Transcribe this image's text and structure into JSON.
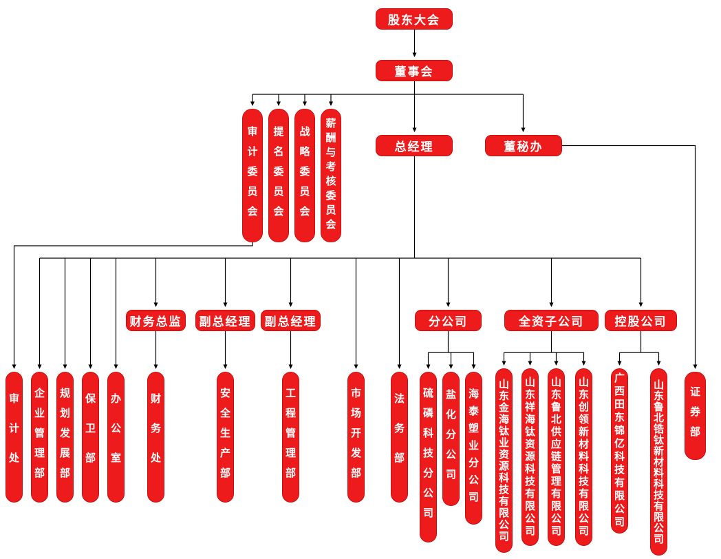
{
  "diagram_type": "org-chart",
  "colors": {
    "node_bg": "#ed1b1c",
    "node_border": "#c81010",
    "node_text": "#ffffff",
    "connector": "#000000",
    "background": "#ffffff"
  },
  "nodes": {
    "shareholders_meeting": "股东大会",
    "board_of_directors": "董事会",
    "audit_committee": "审计委员会",
    "nomination_committee": "提名委员会",
    "strategy_committee": "战略委员会",
    "remuneration_appraisal_committee": "薪酬与考核委员会",
    "general_manager": "总经理",
    "board_secretary_office": "董秘办",
    "finance_director": "财务总监",
    "deputy_general_manager_1": "副总经理",
    "deputy_general_manager_2": "副总经理",
    "branch_company_group": "分公司",
    "wholly_owned_subsidiary_group": "全资子公司",
    "holding_company_group": "控股公司",
    "audit_office": "审计处",
    "enterprise_management_dept": "企业管理部",
    "planning_development_dept": "规划发展部",
    "security_dept": "保卫部",
    "general_office": "办公室",
    "finance_office": "财务处",
    "safety_production_dept": "安全生产部",
    "engineering_management_dept": "工程管理部",
    "market_development_dept": "市场开发部",
    "legal_dept": "法务部",
    "sulfur_phosphorus_tech_branch": "硫磷科技分公司",
    "salt_chemical_branch": "盐化分公司",
    "haitai_plastics_branch": "海泰塑业分公司",
    "jinhai_titanium_co": "山东金海钛业资源科技有限公司",
    "xianghai_titanium_co": "山东祥海钛资源科技有限公司",
    "lubei_supply_chain_co": "山东鲁北供应链管理有限公司",
    "chuangling_new_materials_co": "山东创领新材料科技有限公司",
    "guangxi_tiandong_jinyi_co": "广西田东锦亿科技有限公司",
    "lubei_zirconium_titanium_co": "山东鲁北锆钛新材料科技有限公司",
    "securities_dept": "证券部"
  },
  "edges": [
    {
      "from": "shareholders_meeting",
      "to": "board_of_directors"
    },
    {
      "from": "board_of_directors",
      "to": "audit_committee"
    },
    {
      "from": "board_of_directors",
      "to": "nomination_committee"
    },
    {
      "from": "board_of_directors",
      "to": "strategy_committee"
    },
    {
      "from": "board_of_directors",
      "to": "remuneration_appraisal_committee"
    },
    {
      "from": "board_of_directors",
      "to": "general_manager"
    },
    {
      "from": "board_of_directors",
      "to": "board_secretary_office"
    },
    {
      "from": "audit_committee",
      "to": "audit_office"
    },
    {
      "from": "general_manager",
      "to": "enterprise_management_dept"
    },
    {
      "from": "general_manager",
      "to": "planning_development_dept"
    },
    {
      "from": "general_manager",
      "to": "security_dept"
    },
    {
      "from": "general_manager",
      "to": "general_office"
    },
    {
      "from": "general_manager",
      "to": "finance_director"
    },
    {
      "from": "general_manager",
      "to": "deputy_general_manager_1"
    },
    {
      "from": "general_manager",
      "to": "deputy_general_manager_2"
    },
    {
      "from": "general_manager",
      "to": "market_development_dept"
    },
    {
      "from": "general_manager",
      "to": "legal_dept"
    },
    {
      "from": "general_manager",
      "to": "branch_company_group"
    },
    {
      "from": "general_manager",
      "to": "wholly_owned_subsidiary_group"
    },
    {
      "from": "general_manager",
      "to": "holding_company_group"
    },
    {
      "from": "finance_director",
      "to": "finance_office"
    },
    {
      "from": "deputy_general_manager_1",
      "to": "safety_production_dept"
    },
    {
      "from": "deputy_general_manager_2",
      "to": "engineering_management_dept"
    },
    {
      "from": "branch_company_group",
      "to": "sulfur_phosphorus_tech_branch"
    },
    {
      "from": "branch_company_group",
      "to": "salt_chemical_branch"
    },
    {
      "from": "branch_company_group",
      "to": "haitai_plastics_branch"
    },
    {
      "from": "wholly_owned_subsidiary_group",
      "to": "jinhai_titanium_co"
    },
    {
      "from": "wholly_owned_subsidiary_group",
      "to": "xianghai_titanium_co"
    },
    {
      "from": "wholly_owned_subsidiary_group",
      "to": "lubei_supply_chain_co"
    },
    {
      "from": "wholly_owned_subsidiary_group",
      "to": "chuangling_new_materials_co"
    },
    {
      "from": "holding_company_group",
      "to": "guangxi_tiandong_jinyi_co"
    },
    {
      "from": "holding_company_group",
      "to": "lubei_zirconium_titanium_co"
    },
    {
      "from": "board_secretary_office",
      "to": "securities_dept"
    }
  ]
}
